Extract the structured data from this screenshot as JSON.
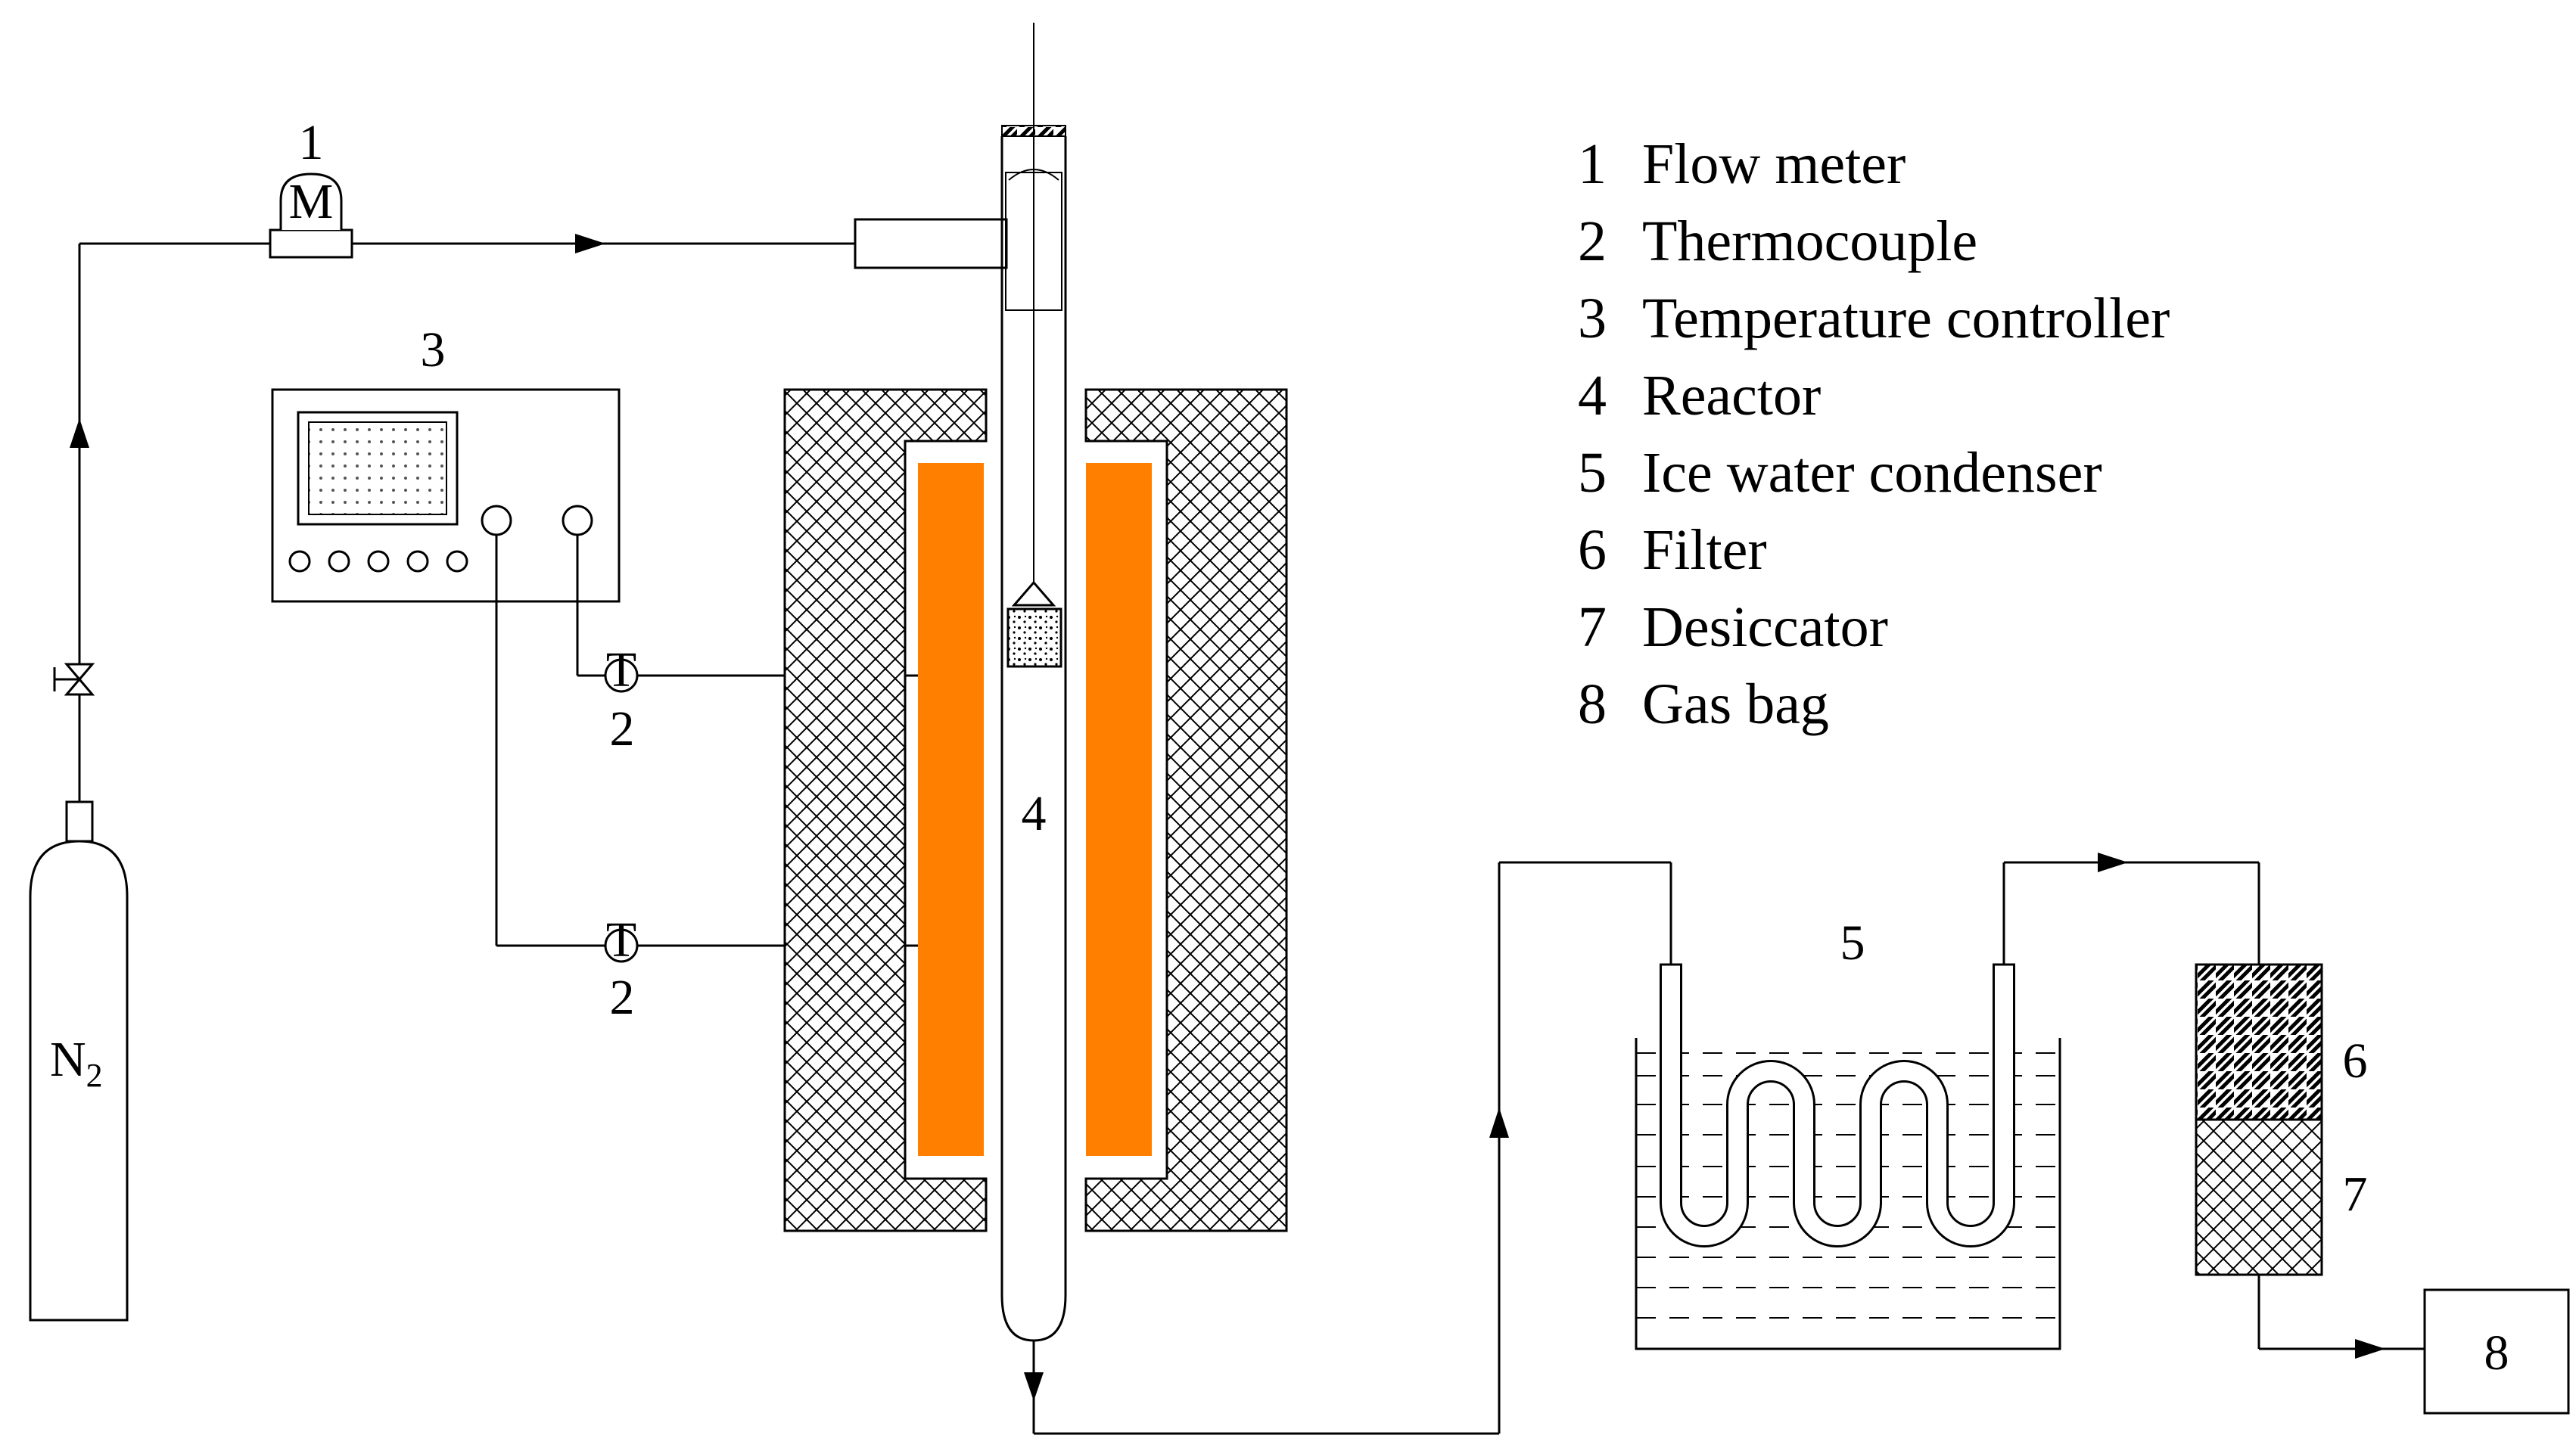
{
  "legend": [
    {
      "num": "1",
      "text": "Flow meter"
    },
    {
      "num": "2",
      "text": "Thermocouple"
    },
    {
      "num": "3",
      "text": "Temperature controller"
    },
    {
      "num": "4",
      "text": "Reactor"
    },
    {
      "num": "5",
      "text": "Ice water condenser"
    },
    {
      "num": "6",
      "text": "Filter"
    },
    {
      "num": "7",
      "text": "Desiccator"
    },
    {
      "num": "8",
      "text": "Gas bag"
    }
  ],
  "labels": {
    "flow_meter_num": "1",
    "flow_meter_letter": "M",
    "controller_num": "3",
    "thermocouple_upper_num": "2",
    "thermocouple_lower_num": "2",
    "thermocouple_letter": "T",
    "reactor_num": "4",
    "condenser_num": "5",
    "filter_num": "6",
    "desiccator_num": "7",
    "gas_bag_num": "8",
    "cylinder_main": "N",
    "cylinder_sub": "2"
  },
  "colors": {
    "heater": "#FF8000",
    "line": "#000000"
  }
}
